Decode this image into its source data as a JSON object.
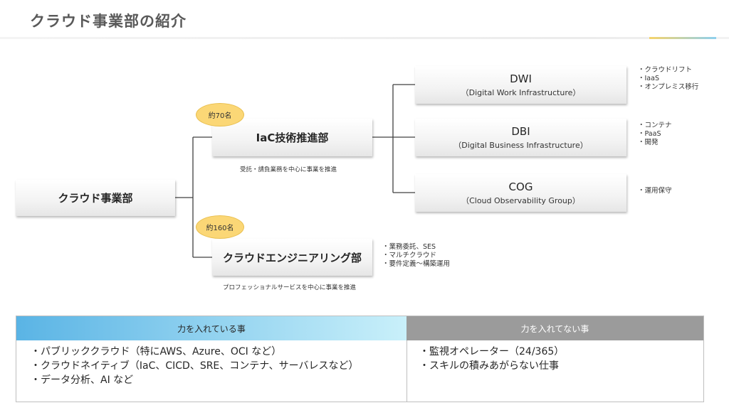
{
  "page": {
    "title": "クラウド事業部の紹介"
  },
  "org": {
    "root": {
      "label": "クラウド事業部"
    },
    "iac": {
      "label": "IaC技術推進部",
      "headcount": "約70名",
      "caption": "受託・請負業務を中心に事業を推進"
    },
    "eng": {
      "label": "クラウドエンジニアリング部",
      "headcount": "約160名",
      "caption": "プロフェッショナルサービスを中心に事業を推進",
      "notes": [
        "・業務委託、SES",
        "・マルチクラウド",
        "・要件定義～構築運用"
      ]
    },
    "dwi": {
      "label": "DWI",
      "sub": "（Digital Work Infrastructure）",
      "notes": [
        "・クラウドリフト",
        "・IaaS",
        "・オンプレミス移行"
      ]
    },
    "dbi": {
      "label": "DBI",
      "sub": "（Digital Business Infrastructure）",
      "notes": [
        "・コンテナ",
        "・PaaS",
        "・開発"
      ]
    },
    "cog": {
      "label": "COG",
      "sub": "（Cloud Observability Group）",
      "notes": [
        "・運用保守"
      ]
    }
  },
  "table": {
    "focus_header": "力を入れている事",
    "nonfocus_header": "力を入れてない事",
    "focus_items": [
      "・パブリッククラウド（特にAWS、Azure、OCI など）",
      "・クラウドネイティブ（IaC、CICD、SRE、コンテナ、サーバレスなど）",
      "・データ分析、AI など"
    ],
    "nonfocus_items": [
      "・監視オペレーター（24/365）",
      "・スキルの積みあがらない仕事"
    ]
  }
}
